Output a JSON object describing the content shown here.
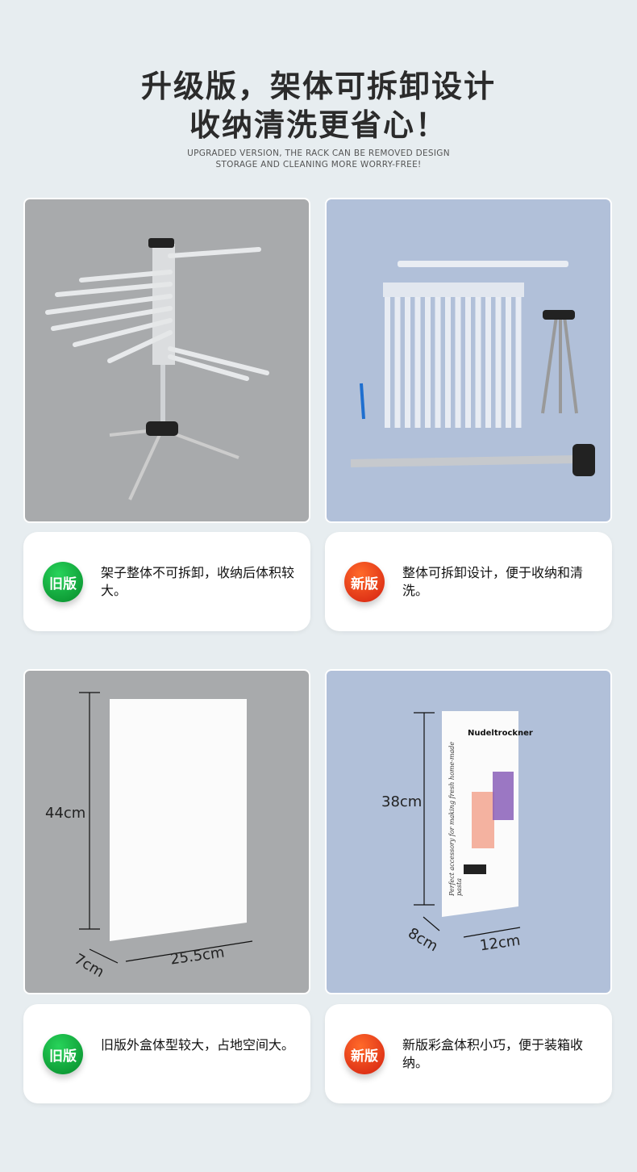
{
  "header": {
    "title_line1": "升级版，架体可拆卸设计",
    "title_line2": "收纳清洗更省心！",
    "subtitle_line1": "UPGRADED VERSION, THE RACK CAN BE REMOVED DESIGN",
    "subtitle_line2": "STORAGE AND CLEANING MORE WORRY-FREE!"
  },
  "colors": {
    "old_badge": "#0aa136",
    "new_badge": "#e8361a",
    "old_photo_bg": "#a8aaac",
    "new_photo_bg": "#b1c0d9",
    "page_bg": "#e7edf0"
  },
  "sections": [
    {
      "old": {
        "badge": "旧版",
        "text": "架子整体不可拆卸，收纳后体积较大。"
      },
      "new": {
        "badge": "新版",
        "text": "整体可拆卸设计，便于收纳和清洗。"
      }
    },
    {
      "old": {
        "badge": "旧版",
        "text": "旧版外盒体型较大，占地空间大。",
        "height": "44cm",
        "depth": "7cm",
        "width": "25.5cm"
      },
      "new": {
        "badge": "新版",
        "text": "新版彩盒体积小巧，便于装箱收纳。",
        "height": "38cm",
        "depth": "8cm",
        "width": "12cm",
        "box_brand": "Nudeltrockner",
        "box_tagline": "Perfect accessory for making fresh home-made pasta"
      }
    }
  ]
}
